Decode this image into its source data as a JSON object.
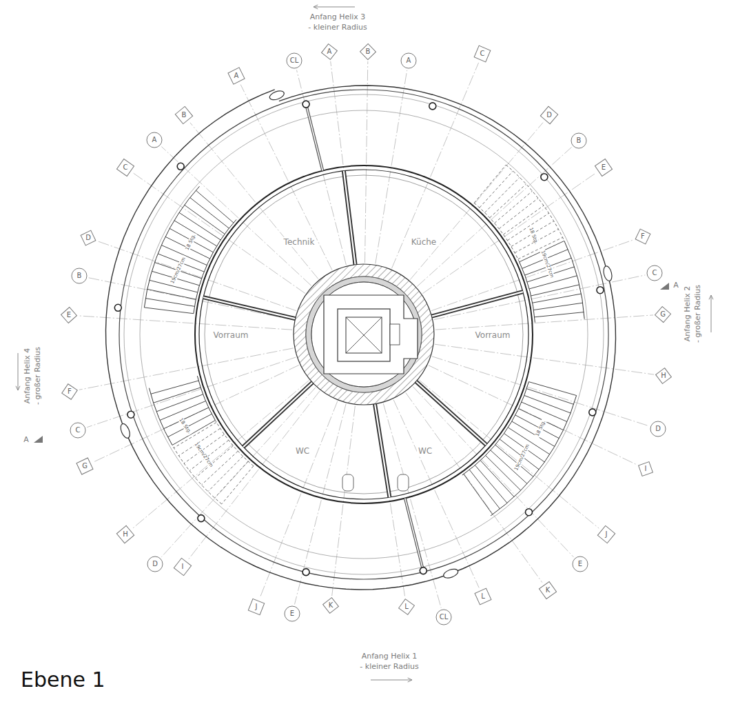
{
  "diagram": {
    "title": "Ebene 1",
    "nodes": [
      {
        "text": [
          "A"
        ]
      },
      {
        "text": [
          "CL"
        ]
      },
      {
        "text": [
          "A"
        ]
      },
      {
        "text": [
          "B"
        ]
      },
      {
        "text": [
          "A"
        ]
      },
      {
        "text": [
          "C"
        ]
      },
      {
        "text": [
          "D"
        ]
      },
      {
        "text": [
          "B"
        ]
      },
      {
        "text": [
          "E"
        ]
      },
      {
        "text": [
          "F"
        ]
      },
      {
        "text": [
          "C"
        ]
      },
      {
        "text": [
          "G"
        ]
      },
      {
        "text": [
          "H"
        ]
      },
      {
        "text": [
          "D"
        ]
      },
      {
        "text": [
          "I"
        ]
      },
      {
        "text": [
          "J"
        ]
      },
      {
        "text": [
          "E"
        ]
      },
      {
        "text": [
          "K"
        ]
      },
      {
        "text": [
          "L"
        ]
      },
      {
        "text": [
          "CL"
        ]
      },
      {
        "text": [
          "L"
        ]
      },
      {
        "text": [
          "K"
        ]
      },
      {
        "text": [
          "E"
        ]
      },
      {
        "text": [
          "J"
        ]
      },
      {
        "text": [
          "I"
        ]
      },
      {
        "text": [
          "D"
        ]
      },
      {
        "text": [
          "H"
        ]
      },
      {
        "text": [
          "G"
        ]
      },
      {
        "text": [
          "C"
        ]
      },
      {
        "text": [
          "F"
        ]
      },
      {
        "text": [
          "E"
        ]
      },
      {
        "text": [
          "B"
        ]
      },
      {
        "text": [
          "D"
        ]
      },
      {
        "text": [
          "C"
        ]
      },
      {
        "text": [
          "A"
        ]
      },
      {
        "text": [
          "B"
        ]
      }
    ],
    "labels": [
      "Anfang Helix 3",
      "- kleiner Radius",
      "Anfang Helix 2",
      "- großer Radius",
      "Anfang Helix 4",
      "- großer Radius",
      "Anfang Helix 1",
      "- kleiner Radius",
      "Technik",
      "Küche",
      "Vorraum",
      "Vorraum",
      "WC",
      "WC",
      "A",
      "A",
      "18 Stg.",
      "19cm/27cm",
      "18 Stg.",
      "19cm/27cm",
      "18 Stg.",
      "19cm/27cm",
      "18 Stg.",
      "19cm/27cm"
    ]
  }
}
